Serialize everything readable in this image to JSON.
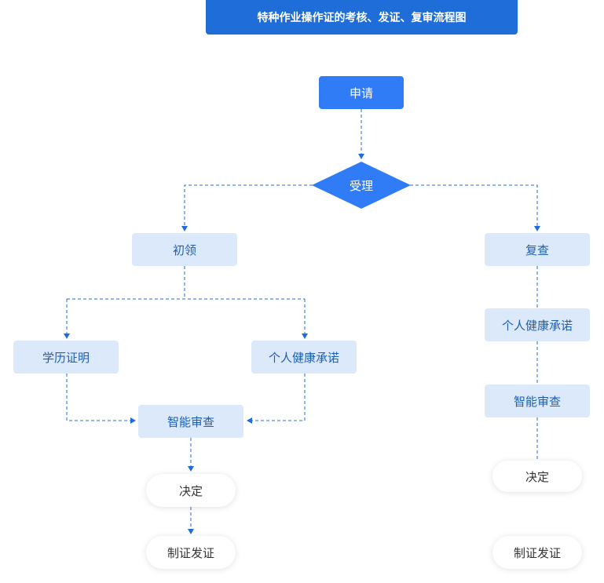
{
  "title": "特种作业操作证的考核、发证、复审流程图",
  "nodes": {
    "apply": "申请",
    "accept": "受理",
    "initial": "初领",
    "review": "复查",
    "education_cert": "学历证明",
    "health_pledge_left": "个人健康承诺",
    "smart_review_left": "智能审查",
    "decision_left": "决定",
    "issue_left": "制证发证",
    "health_pledge_right": "个人健康承诺",
    "smart_review_right": "智能审查",
    "decision_right": "决定",
    "issue_right": "制证发证"
  },
  "colors": {
    "primary": "#2f7cf6",
    "title_bg": "#1e6dd8",
    "light_box": "#dbe9fb",
    "light_text": "#1e5fb4",
    "connector": "#1e6dd8"
  }
}
